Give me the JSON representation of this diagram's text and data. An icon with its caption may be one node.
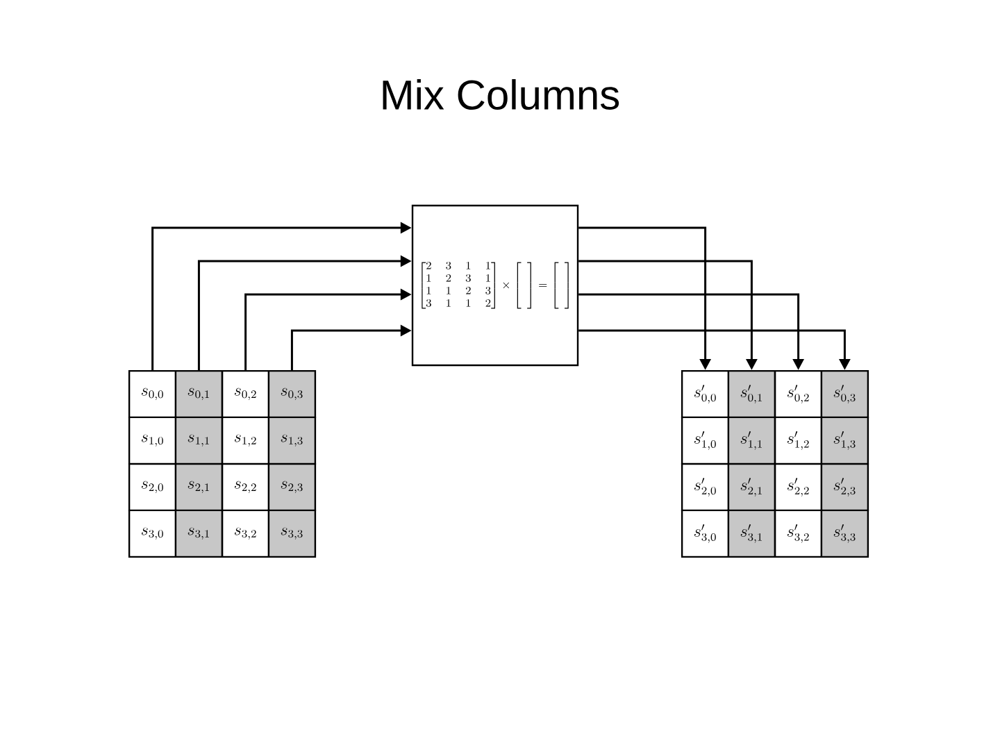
{
  "diagram": {
    "title": "Mix Columns",
    "nodes": [
      {
        "text": [
          "\\begin{bmatrix}2&3&1&1\\\\1&2&3&1\\\\1&1&2&3\\\\3&1&1&2\\end{bmatrix}\\times\\begin{bmatrix}\\phantom{0}\\\\ \\\\ \\\\ \\\\ \\end{bmatrix}=\\begin{bmatrix}\\phantom{0}\\\\ \\\\ \\\\ \\\\ \\end{bmatrix}"
        ]
      },
      {
        "text": [
          "s_{0,0}"
        ]
      },
      {
        "text": [
          "s_{0,1}"
        ]
      },
      {
        "text": [
          "s_{0,2}"
        ]
      },
      {
        "text": [
          "s_{0,3}"
        ]
      },
      {
        "text": [
          "s_{1,0}"
        ]
      },
      {
        "text": [
          "s_{1,1}"
        ]
      },
      {
        "text": [
          "s_{1,2}"
        ]
      },
      {
        "text": [
          "s_{1,3}"
        ]
      },
      {
        "text": [
          "s_{2,0}"
        ]
      },
      {
        "text": [
          "s_{2,1}"
        ]
      },
      {
        "text": [
          "s_{2,2}"
        ]
      },
      {
        "text": [
          "s_{2,3}"
        ]
      },
      {
        "text": [
          "s_{3,0}"
        ]
      },
      {
        "text": [
          "s_{3,1}"
        ]
      },
      {
        "text": [
          "s_{3,2}"
        ]
      },
      {
        "text": [
          "s_{3,3}"
        ]
      },
      {
        "text": [
          "s'_{0,0}"
        ]
      },
      {
        "text": [
          "s'_{0,1}"
        ]
      },
      {
        "text": [
          "s'_{0,2}"
        ]
      },
      {
        "text": [
          "s'_{0,3}"
        ]
      },
      {
        "text": [
          "s'_{1,0}"
        ]
      },
      {
        "text": [
          "s'_{1,1}"
        ]
      },
      {
        "text": [
          "s'_{1,2}"
        ]
      },
      {
        "text": [
          "s'_{1,3}"
        ]
      },
      {
        "text": [
          "s'_{2,0}"
        ]
      },
      {
        "text": [
          "s'_{2,1}"
        ]
      },
      {
        "text": [
          "s'_{2,2}"
        ]
      },
      {
        "text": [
          "s'_{2,3}"
        ]
      },
      {
        "text": [
          "s'_{3,0}"
        ]
      },
      {
        "text": [
          "s'_{3,1}"
        ]
      },
      {
        "text": [
          "s'_{3,2}"
        ]
      },
      {
        "text": [
          "s'_{3,3}"
        ]
      }
    ],
    "edges": [
      {
        "from": 1,
        "to": 0,
        "arrow": "to"
      },
      {
        "from": 2,
        "to": 0,
        "arrow": "to"
      },
      {
        "from": 3,
        "to": 0,
        "arrow": "to"
      },
      {
        "from": 4,
        "to": 0,
        "arrow": "to"
      },
      {
        "from": 0,
        "to": 17,
        "arrow": "to"
      },
      {
        "from": 0,
        "to": 18,
        "arrow": "to"
      },
      {
        "from": 0,
        "to": 19,
        "arrow": "to"
      },
      {
        "from": 0,
        "to": 20,
        "arrow": "to"
      }
    ]
  }
}
